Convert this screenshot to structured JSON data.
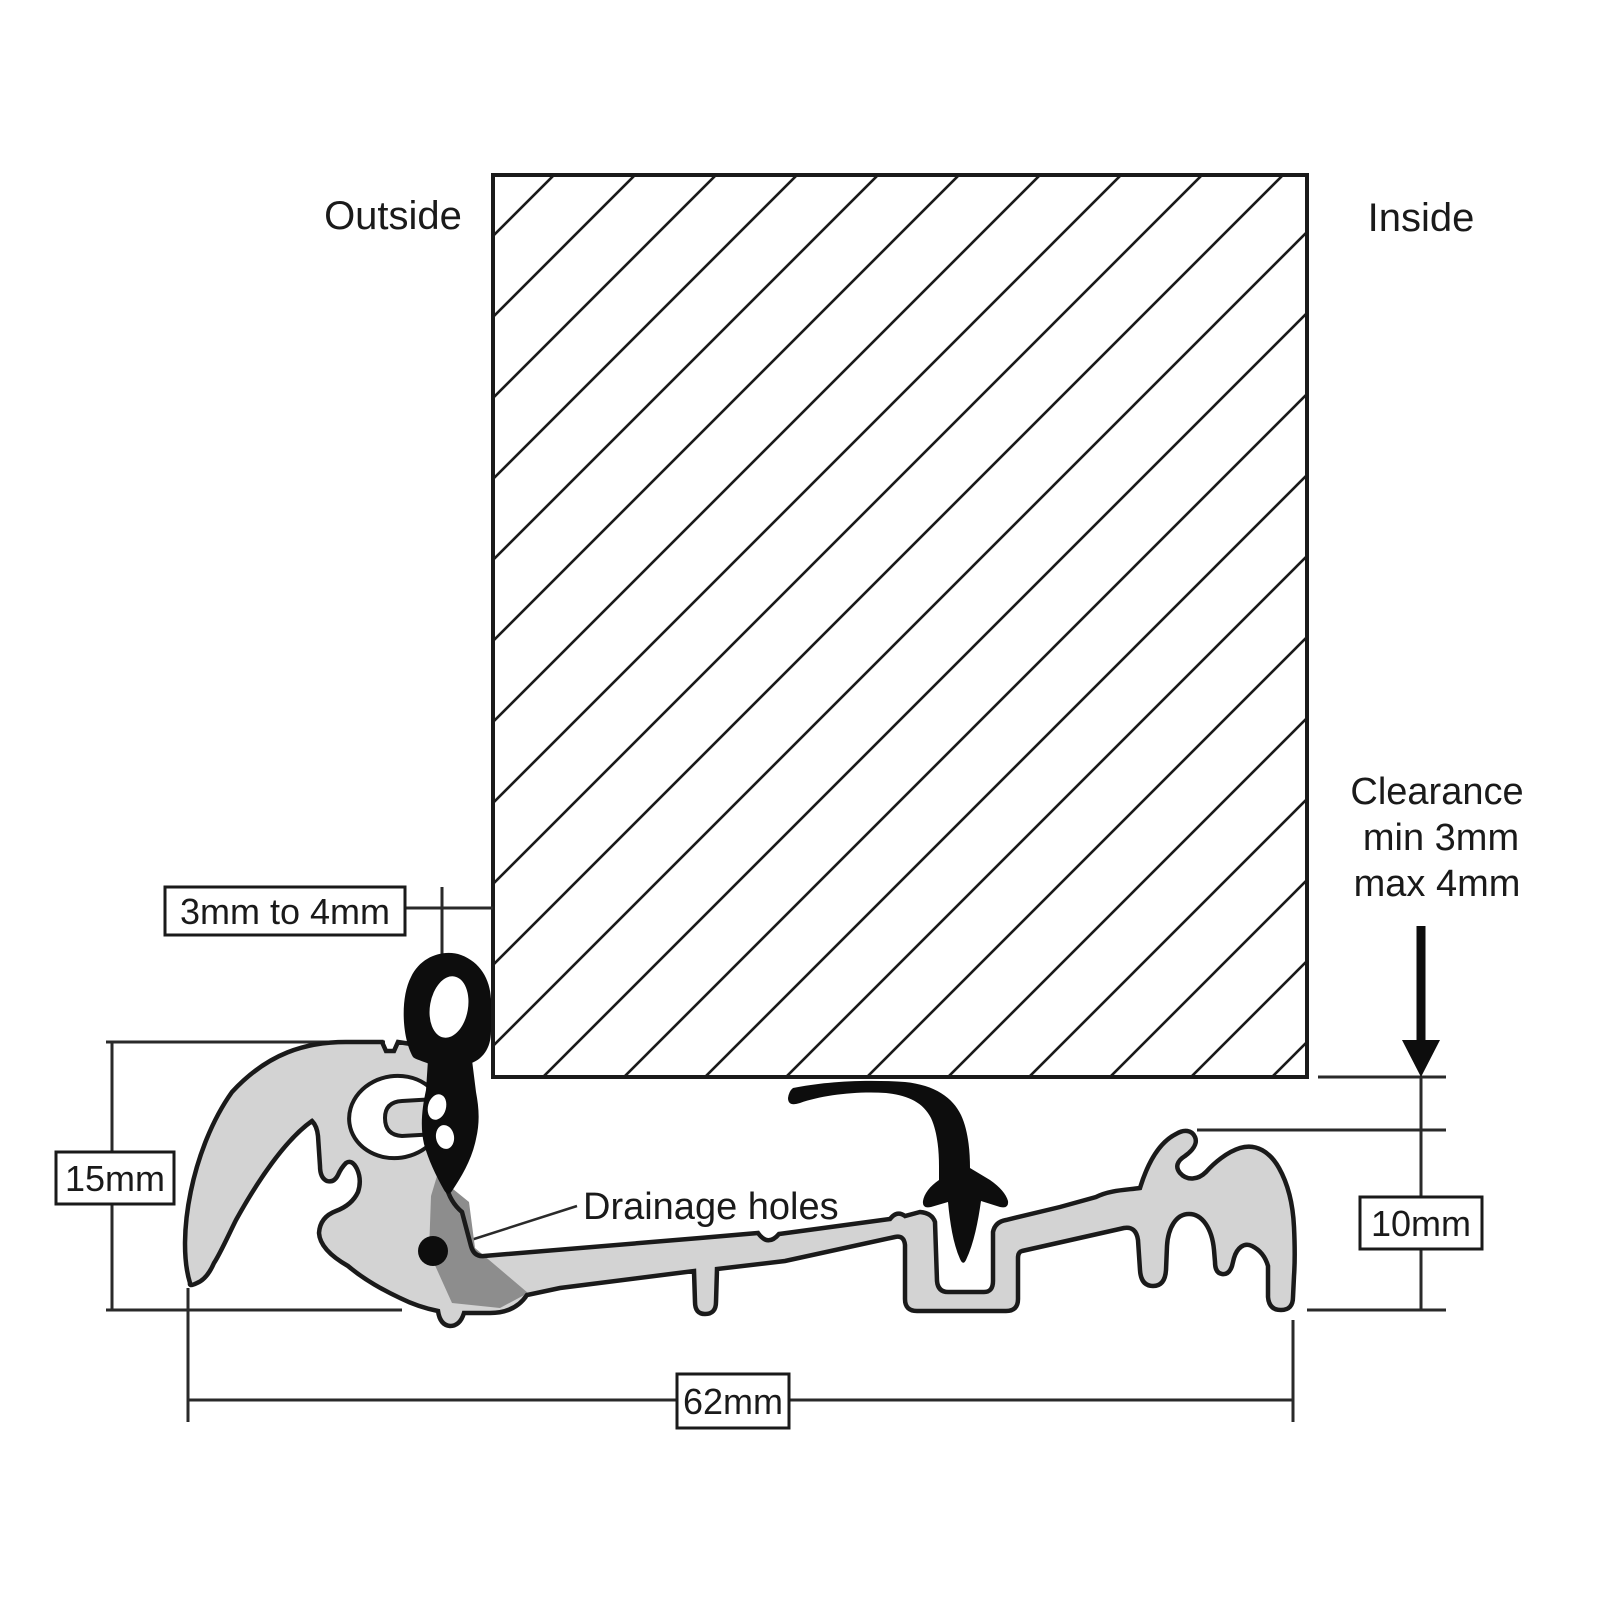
{
  "diagram": {
    "type": "door-threshold-cross-section",
    "side_left": "Outside",
    "side_right": "Inside",
    "clearance_note": {
      "line1": "Clearance",
      "line2": "min 3mm",
      "line3": "max 4mm"
    },
    "drainage_label": "Drainage holes",
    "dimensions": {
      "door_to_upstand_gap": "3mm to 4mm",
      "outside_height": "15mm",
      "overall_width": "62mm",
      "inside_height": "10mm"
    },
    "colors": {
      "background": "#ffffff",
      "line": "#1a1a1a",
      "dimension_line": "#2a2a2a",
      "aluminium_fill": "#d3d3d3",
      "drainage_web_fill": "#8d8d8d",
      "rubber_seal": "#0d0d0d"
    }
  }
}
